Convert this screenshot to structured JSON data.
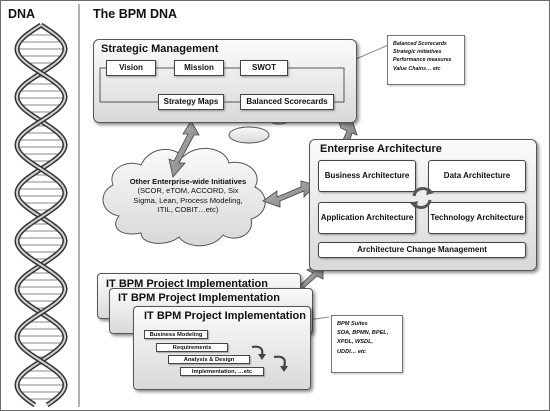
{
  "headers": {
    "dna": "DNA",
    "bpm_dna": "The BPM DNA"
  },
  "strategic_management": {
    "title": "Strategic Management",
    "boxes": [
      "Vision",
      "Mission",
      "SWOT",
      "Strategy Maps",
      "Balanced Scorecards"
    ]
  },
  "strategic_note": [
    "Balanced Scorecards",
    "Strategic initiatives",
    "Performance measures",
    "Value Chains… etc"
  ],
  "cloud": {
    "title": "Other Enterprise-wide Initiatives",
    "body": "(SCOR, eTOM, ACCORD, Six Sigma, Lean, Process Modeling, ITIL, COBIT…etc)"
  },
  "enterprise_architecture": {
    "title": "Enterprise Architecture",
    "business": "Business Architecture",
    "data": "Data Architecture",
    "application": "Application Architecture",
    "technology": "Technology Architecture",
    "change": "Architecture Change Management"
  },
  "it_project": {
    "title": "IT BPM Project Implementation",
    "steps": [
      "Business Modeling",
      "Requirements",
      "Analysis & Design",
      "Implementation, …etc"
    ]
  },
  "bpm_note": [
    "BPM Suites",
    "SOA, BPMN, BPEL,",
    "XPDL, WSDL,",
    "UDDI… etc"
  ]
}
